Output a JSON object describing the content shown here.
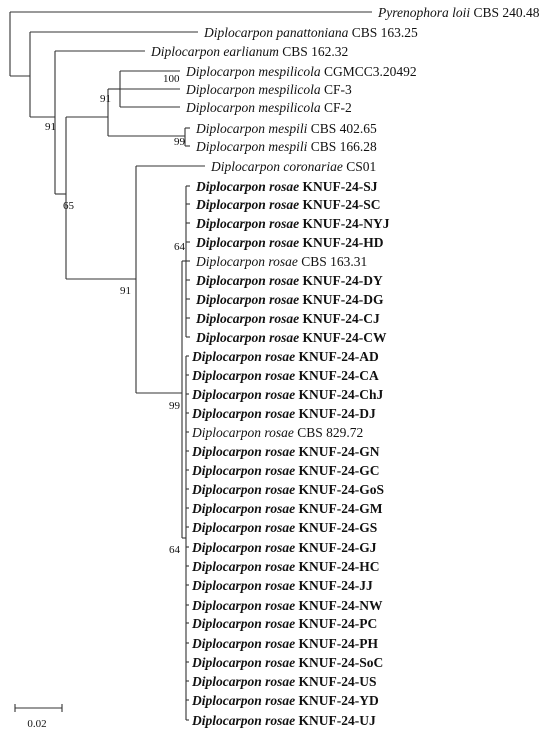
{
  "taxa": [
    {
      "id": "ploii",
      "name": "Pyrenophora loii",
      "strain": "CBS 240.48",
      "bold": false
    },
    {
      "id": "dpan",
      "name": "Diplocarpon panattoniana",
      "strain": "CBS 163.25",
      "bold": false
    },
    {
      "id": "dear",
      "name": "Diplocarpon earlianum",
      "strain": "CBS 162.32",
      "bold": false
    },
    {
      "id": "dmes1",
      "name": "Diplocarpon mespilicola",
      "strain": "CGMCC3.20492",
      "bold": false
    },
    {
      "id": "dmes2",
      "name": "Diplocarpon mespilicola",
      "strain": "CF-3",
      "bold": false
    },
    {
      "id": "dmes3",
      "name": "Diplocarpon mespilicola",
      "strain": "CF-2",
      "bold": false
    },
    {
      "id": "dmsp1",
      "name": "Diplocarpon mespili",
      "strain": "CBS 402.65",
      "bold": false
    },
    {
      "id": "dmsp2",
      "name": "Diplocarpon mespili",
      "strain": "CBS 166.28",
      "bold": false
    },
    {
      "id": "dcor",
      "name": "Diplocarpon coronariae",
      "strain": "CS01",
      "bold": false
    },
    {
      "id": "sj",
      "name": "Diplocarpon rosae",
      "strain": "KNUF-24-SJ",
      "bold": true
    },
    {
      "id": "sc",
      "name": "Diplocarpon rosae",
      "strain": "KNUF-24-SC",
      "bold": true
    },
    {
      "id": "nyj",
      "name": "Diplocarpon rosae",
      "strain": "KNUF-24-NYJ",
      "bold": true
    },
    {
      "id": "hd",
      "name": "Diplocarpon rosae",
      "strain": "KNUF-24-HD",
      "bold": true
    },
    {
      "id": "cbs16331",
      "name": "Diplocarpon rosae",
      "strain": "CBS 163.31",
      "bold": false
    },
    {
      "id": "dy",
      "name": "Diplocarpon rosae",
      "strain": "KNUF-24-DY",
      "bold": true
    },
    {
      "id": "dg",
      "name": "Diplocarpon rosae",
      "strain": "KNUF-24-DG",
      "bold": true
    },
    {
      "id": "cj",
      "name": "Diplocarpon rosae",
      "strain": "KNUF-24-CJ",
      "bold": true
    },
    {
      "id": "cw",
      "name": "Diplocarpon rosae",
      "strain": "KNUF-24-CW",
      "bold": true
    },
    {
      "id": "ad",
      "name": "Diplocarpon rosae",
      "strain": "KNUF-24-AD",
      "bold": true
    },
    {
      "id": "ca",
      "name": "Diplocarpon rosae",
      "strain": "KNUF-24-CA",
      "bold": true
    },
    {
      "id": "chj",
      "name": "Diplocarpon rosae",
      "strain": "KNUF-24-ChJ",
      "bold": true
    },
    {
      "id": "dj",
      "name": "Diplocarpon rosae",
      "strain": "KNUF-24-DJ",
      "bold": true
    },
    {
      "id": "cbs82972",
      "name": "Diplocarpon rosae",
      "strain": "CBS 829.72",
      "bold": false
    },
    {
      "id": "gn",
      "name": "Diplocarpon rosae",
      "strain": "KNUF-24-GN",
      "bold": true
    },
    {
      "id": "gc",
      "name": "Diplocarpon rosae",
      "strain": "KNUF-24-GC",
      "bold": true
    },
    {
      "id": "gos",
      "name": "Diplocarpon rosae",
      "strain": "KNUF-24-GoS",
      "bold": true
    },
    {
      "id": "gm",
      "name": "Diplocarpon rosae",
      "strain": "KNUF-24-GM",
      "bold": true
    },
    {
      "id": "gs",
      "name": "Diplocarpon rosae",
      "strain": "KNUF-24-GS",
      "bold": true
    },
    {
      "id": "gj",
      "name": "Diplocarpon rosae",
      "strain": "KNUF-24-GJ",
      "bold": true
    },
    {
      "id": "hc",
      "name": "Diplocarpon rosae",
      "strain": "KNUF-24-HC",
      "bold": true
    },
    {
      "id": "jj",
      "name": "Diplocarpon rosae",
      "strain": "KNUF-24-JJ",
      "bold": true
    },
    {
      "id": "nw",
      "name": "Diplocarpon rosae",
      "strain": "KNUF-24-NW",
      "bold": true
    },
    {
      "id": "pc",
      "name": "Diplocarpon rosae",
      "strain": "KNUF-24-PC",
      "bold": true
    },
    {
      "id": "ph",
      "name": "Diplocarpon rosae",
      "strain": "KNUF-24-PH",
      "bold": true
    },
    {
      "id": "soc",
      "name": "Diplocarpon rosae",
      "strain": "KNUF-24-SoC",
      "bold": true
    },
    {
      "id": "us",
      "name": "Diplocarpon rosae",
      "strain": "KNUF-24-US",
      "bold": true
    },
    {
      "id": "yd",
      "name": "Diplocarpon rosae",
      "strain": "KNUF-24-YD",
      "bold": true
    },
    {
      "id": "uj",
      "name": "Diplocarpon rosae",
      "strain": "KNUF-24-UJ",
      "bold": true
    }
  ],
  "support_values": [
    "100",
    "91",
    "99",
    "91",
    "65",
    "64",
    "91",
    "99",
    "64"
  ],
  "scale_bar": {
    "label": "0.02",
    "value": 0.02
  },
  "colors": {
    "line": "#333333",
    "text": "#111111",
    "background": "#ffffff"
  }
}
